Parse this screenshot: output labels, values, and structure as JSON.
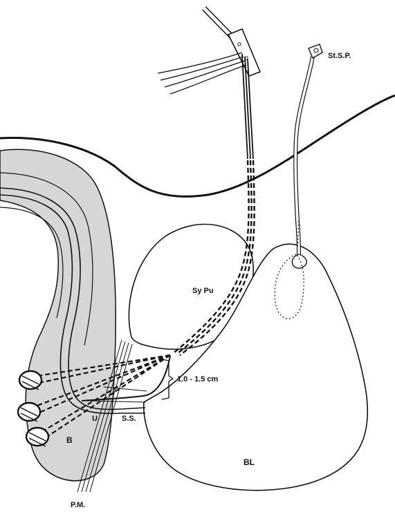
{
  "labels": {
    "stsp": "St.S.P.",
    "sypu": "Sy Pu",
    "measure": "1.0 - 1.5 cm",
    "u": "U",
    "ss": "S.S.",
    "b": "B",
    "bl": "BL",
    "pm": "P.M."
  },
  "colors": {
    "ink": "#111111",
    "shade": "#d6d6d6",
    "background": "#ffffff"
  }
}
